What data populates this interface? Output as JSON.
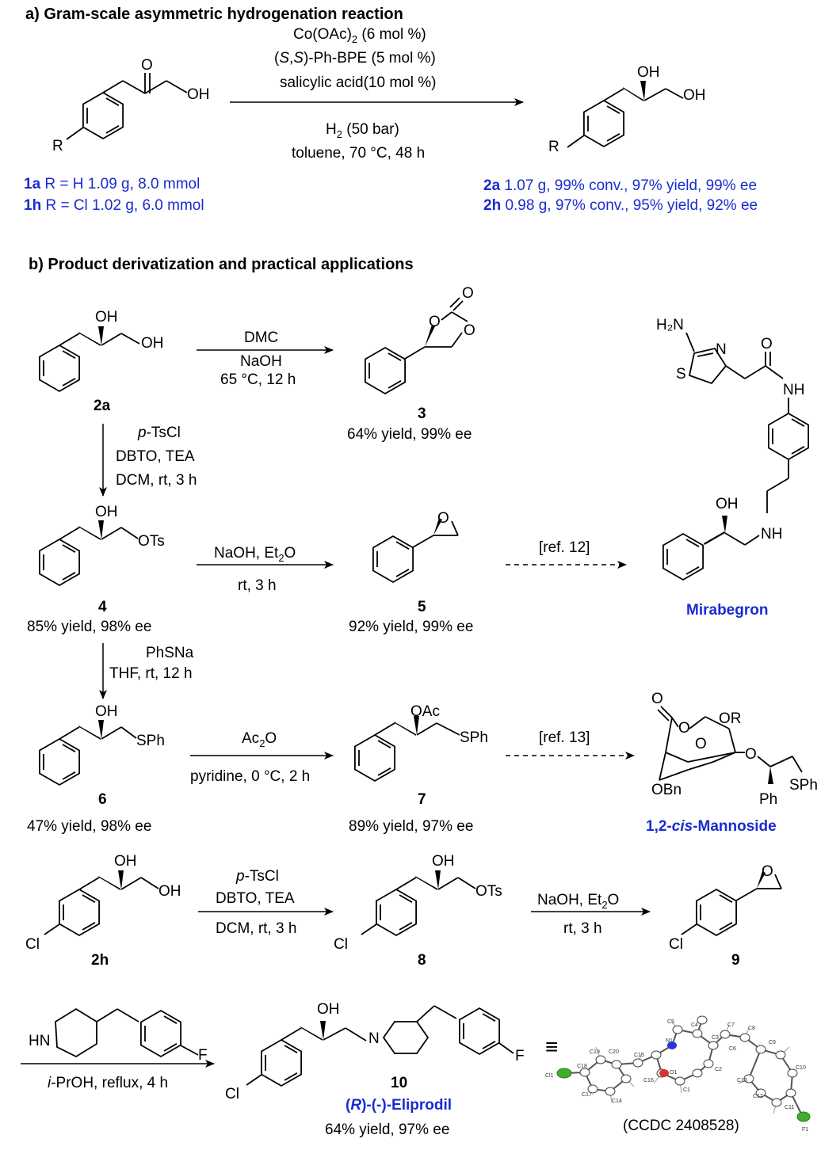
{
  "section_a": {
    "title": "a) Gram-scale asymmetric hydrogenation reaction",
    "cond1_pre": "Co(OAc)",
    "cond1_sub": "2",
    "cond1_post": " (6 mol %)",
    "cond2_p1": "(",
    "cond2_s1": "S",
    "cond2_c": ",",
    "cond2_s2": "S",
    "cond2_rest": ")-Ph-BPE (5 mol %)",
    "cond3": "salicylic acid(10 mol %)",
    "cond4_pre": "H",
    "cond4_sub": "2",
    "cond4_post": " (50 bar)",
    "cond5": "toluene, 70 °C, 48 h",
    "sm_oh": "OH",
    "sm_o": "O",
    "sm_r": "R",
    "pr_oh1": "OH",
    "pr_oh2": "OH",
    "pr_r": "R",
    "sub1_id": "1a",
    "sub1_text": " R = H 1.09 g, 8.0 mmol",
    "sub2_id": "1h",
    "sub2_text": " R = Cl 1.02 g, 6.0 mmol",
    "prod1_id": "2a",
    "prod1_text": " 1.07 g, 99% conv., 97% yield, 99% ee",
    "prod2_id": "2h",
    "prod2_text": " 0.98 g, 97% conv., 95% yield, 92% ee"
  },
  "section_b": {
    "title": "b) Product derivatization and practical applications",
    "labels": {
      "c2a": "2a",
      "c3": "3",
      "c4": "4",
      "c5": "5",
      "c6": "6",
      "c7": "7",
      "c2h": "2h",
      "c8": "8",
      "c9": "9",
      "c10": "10"
    },
    "results": {
      "r3": "64% yield, 99% ee",
      "r4": "85% yield, 98% ee",
      "r5": "92% yield, 99% ee",
      "r6": "47% yield, 98% ee",
      "r7": "89% yield, 97% ee",
      "r10": "64% yield, 97% ee"
    },
    "conditions": {
      "dmc": "DMC",
      "naoh": "NaOH",
      "dmc_t": "65 °C, 12 h",
      "ts_p": "p",
      "ts_rest": "-TsCl",
      "dbto": "DBTO, TEA",
      "dcm": "DCM, rt, 3 h",
      "naoh_et2o_pre": "NaOH, Et",
      "naoh_et2o_sub": "2",
      "naoh_et2o_post": "O",
      "rt3h": "rt, 3 h",
      "ref12": "[ref. 12]",
      "ref13": "[ref. 13]",
      "phsna": "PhSNa",
      "thf": "THF, rt, 12 h",
      "ac2o_pre": "Ac",
      "ac2o_sub": "2",
      "ac2o_post": "O",
      "pyridine": "pyridine, 0 °C, 2 h",
      "iproh_i": "i",
      "iproh_rest": "-PrOH, reflux, 4 h"
    },
    "atoms": {
      "oh": "OH",
      "ots": "OTs",
      "sph": "SPh",
      "oac": "OAc",
      "o": "O",
      "cl": "Cl",
      "f": "F",
      "hn": "HN",
      "n": "N",
      "nh": "NH",
      "h2n": "H₂N",
      "s": "S",
      "or": "OR",
      "obn": "OBn",
      "ph": "Ph"
    },
    "mirabegron": "Mirabegron",
    "mannoside_pre": "1,2-",
    "mannoside_it": "cis",
    "mannoside_post": "-Mannoside",
    "eliprodil_p1": "(",
    "eliprodil_r": "R",
    "eliprodil_rest": ")-(-)-Eliprodil",
    "equiv": "≡",
    "ccdc": "(CCDC 2408528)",
    "ortep_atoms": [
      "Cl1",
      "C18",
      "C19",
      "C20",
      "C17",
      "C14",
      "C15",
      "C16",
      "C5",
      "C4",
      "C3",
      "C7",
      "N1",
      "O1",
      "C1",
      "C2",
      "C8",
      "C9",
      "C13",
      "C10",
      "C12",
      "C11",
      "F1",
      "C6"
    ]
  },
  "colors": {
    "accent_blue": "#1a2bd1",
    "cl_green": "#3fae2a",
    "n_blue": "#2b34d8",
    "o_red": "#d9332b"
  }
}
